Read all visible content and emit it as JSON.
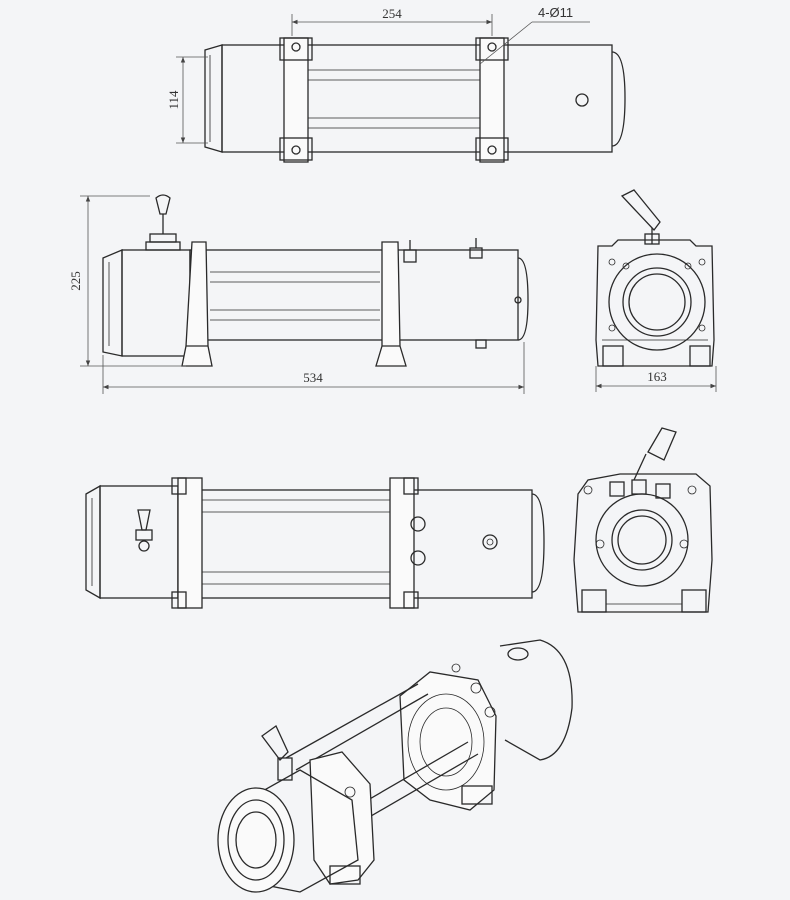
{
  "dimensions": {
    "top_width": "254",
    "top_height": "114",
    "bolt_holes": "4-Ø11",
    "side_height": "225",
    "overall_length": "534",
    "end_width": "163"
  },
  "colors": {
    "background": "#f4f5f7",
    "line": "#2a2a2a",
    "dimension_line": "#555555"
  }
}
